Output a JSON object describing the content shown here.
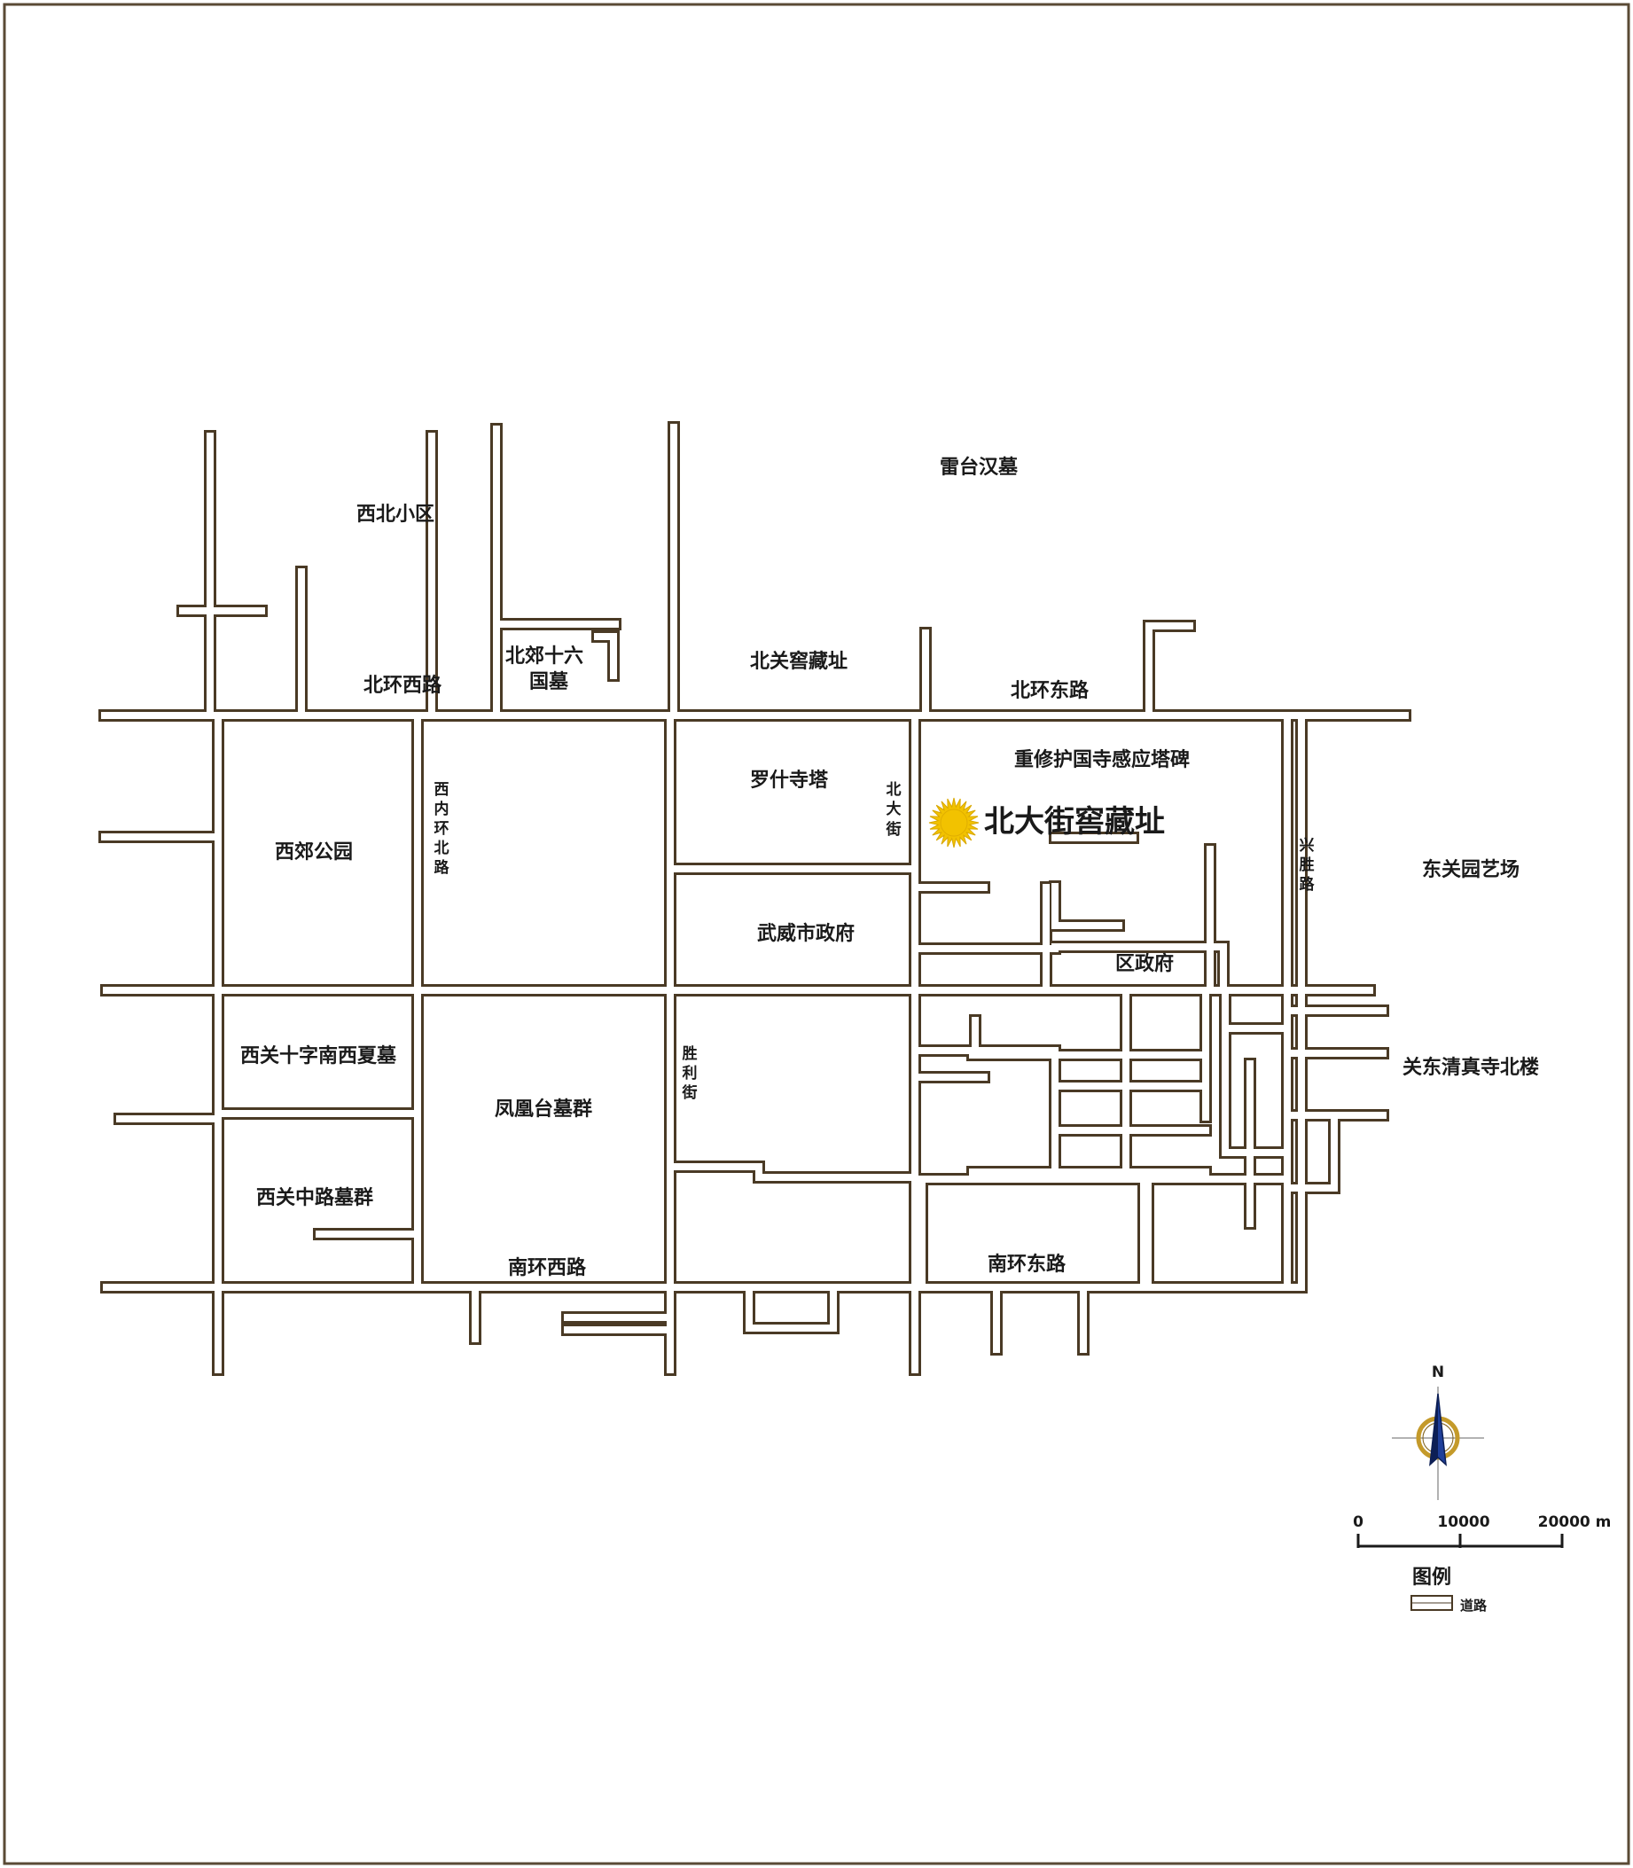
{
  "labels": {
    "leitai": "雷台汉墓",
    "xibei": "西北小区",
    "beijiao16": [
      "北郊十六",
      "国墓"
    ],
    "beiguan": "北关窖藏址",
    "beihuanxi": "北环西路",
    "beihuandong": "北环东路",
    "luoshi": "罗什寺塔",
    "chongxiu": "重修护国寺感应塔碑",
    "beidajie_main": "北大街窖藏址",
    "beidajie_vert": [
      "北",
      "大",
      "街"
    ],
    "xijiao": "西郊公园",
    "xineihuan": [
      "西",
      "内",
      "环",
      "北",
      "路"
    ],
    "xingsheng": [
      "兴",
      "胜",
      "路"
    ],
    "dongguanyuan": "东关园艺场",
    "wuwei": "武威市政府",
    "quzhengfu": "区政府",
    "shengli": [
      "胜",
      "利",
      "街"
    ],
    "xiguan_shizi": "西关十字南西夏墓",
    "fenghuang": "凤凰台墓群",
    "xiguan_zhong": "西关中路墓群",
    "nanhuanxi": "南环西路",
    "nanhuandong": "南环东路",
    "guandong": "关东清真寺北楼"
  },
  "compass": {
    "north": "N"
  },
  "scale": {
    "ticks": [
      "0",
      "10000",
      "20000 m"
    ]
  },
  "legend": {
    "title": "图例",
    "road_label": "道路"
  },
  "colors": {
    "road": "#4a3a25",
    "frame": "#5a4a35",
    "marker": "#f2c200",
    "compass_blue": "#1f3f9a",
    "compass_gold": "#c49a2a"
  }
}
